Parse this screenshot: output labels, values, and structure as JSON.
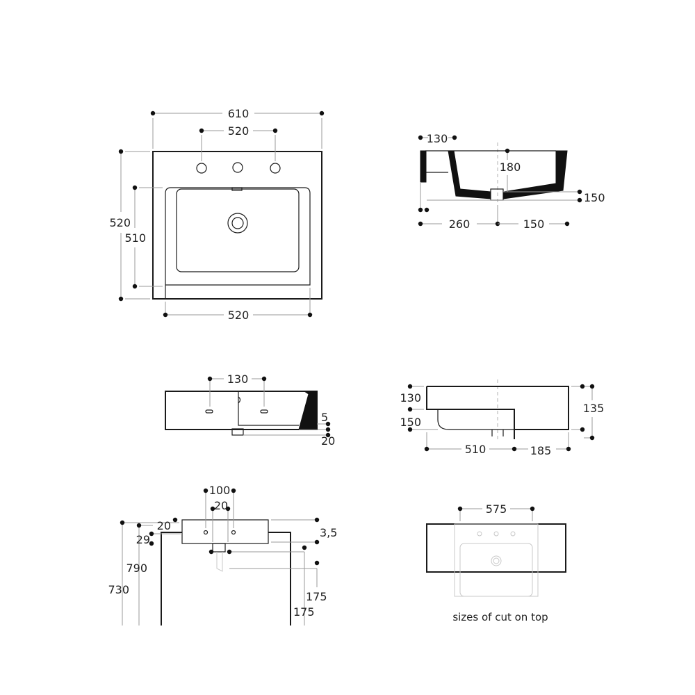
{
  "top_view": {
    "overall_width": "610",
    "tap_hole_spacing": "520",
    "overall_depth": "520",
    "bowl_depth": "510",
    "bowl_width": "520"
  },
  "section_view": {
    "rim_width": "130",
    "bowl_height": "180",
    "drain_offset": "150",
    "front_to_drain": "260",
    "drain_to_back": "150"
  },
  "front_view": {
    "tap_spacing": "130",
    "drain_protrusion": "5",
    "drain_height": "20"
  },
  "side_view": {
    "rim_height": "130",
    "bowl_height": "150",
    "back_height": "135",
    "bowl_depth": "510",
    "overhang": "185"
  },
  "install_view": {
    "tap_spacing": "100",
    "drain_width": "20",
    "rim_offset": "20",
    "rim_height": "29",
    "top_height": "790",
    "counter_height": "730",
    "top_clearance": "3,5",
    "drain_depth": "175",
    "counter_depth": "175"
  },
  "cut_view": {
    "cut_width": "575",
    "caption": "sizes of cut on top"
  }
}
